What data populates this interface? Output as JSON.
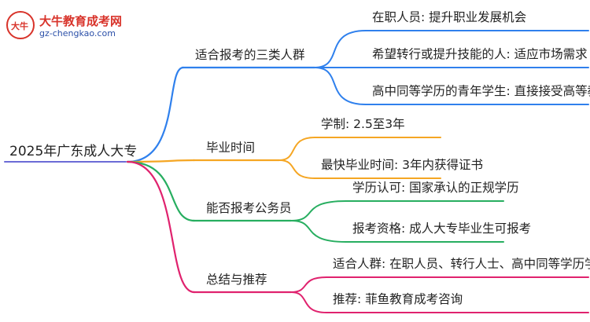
{
  "logo": {
    "badge_glyph": "大牛",
    "title": "大牛教育成考网",
    "url": "gz-chengkao.com"
  },
  "mindmap": {
    "root": "2025年广东成人大专",
    "branches": [
      {
        "label": "适合报考的三类人群",
        "color": "#2f80ed",
        "children": [
          "在职人员: 提升职业发展机会",
          "希望转行或提升技能的人: 适应市场需求",
          "高中同等学历的青年学生: 直接接受高等教育"
        ]
      },
      {
        "label": "毕业时间",
        "color": "#f5a623",
        "children": [
          "学制: 2.5至3年",
          "最快毕业时间: 3年内获得证书"
        ]
      },
      {
        "label": "能否报考公务员",
        "color": "#27ae60",
        "children": [
          "学历认可: 国家承认的正规学历",
          "报考资格: 成人大专毕业生可报考"
        ]
      },
      {
        "label": "总结与推荐",
        "color": "#e0226e",
        "children": [
          "适合人群: 在职人员、转行人士、高中同等学历学生",
          "推荐: 菲鱼教育成考咨询"
        ]
      }
    ]
  }
}
